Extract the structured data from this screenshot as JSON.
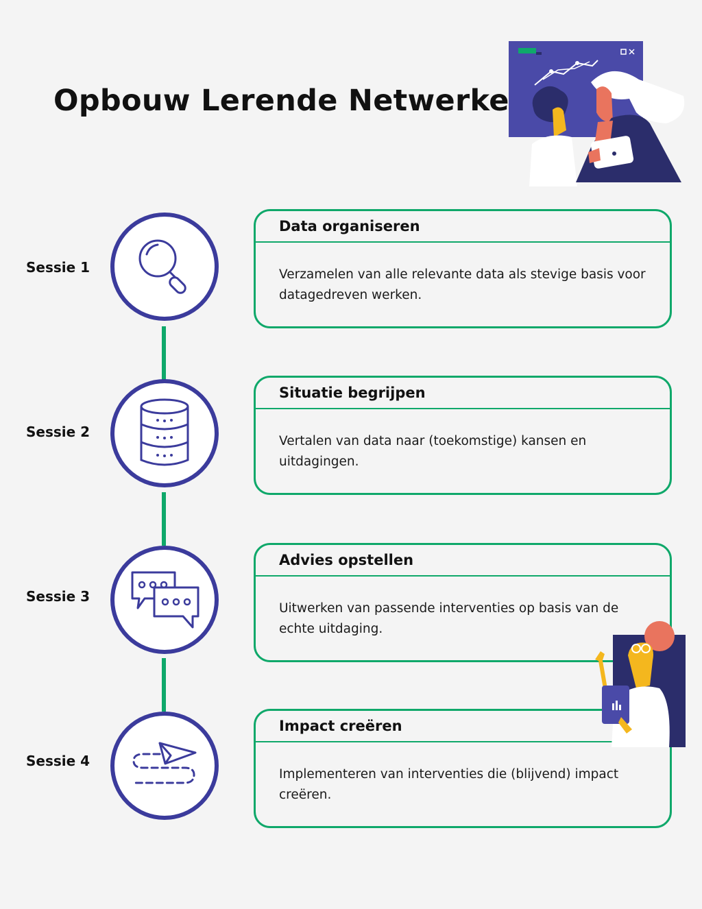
{
  "title": "Opbouw Lerende Netwerken",
  "colors": {
    "accent_green": "#0fa86a",
    "circle_border": "#3b3b9c",
    "illustration_navy": "#2b2d6b",
    "illustration_purple": "#4a4aa8",
    "illustration_yellow": "#f4b71e",
    "illustration_salmon": "#e9745e"
  },
  "sessions": [
    {
      "label": "Sessie 1",
      "icon": "magnifying-glass-icon",
      "title": "Data organiseren",
      "description": "Verzamelen van alle relevante data als stevige basis voor datagedreven werken."
    },
    {
      "label": "Sessie 2",
      "icon": "database-icon",
      "title": "Situatie begrijpen",
      "description": "Vertalen van data naar (toekomstige) kansen en uitdagingen."
    },
    {
      "label": "Sessie 3",
      "icon": "chat-bubbles-icon",
      "title": "Advies opstellen",
      "description": "Uitwerken van passende interventies op basis van de echte uitdaging."
    },
    {
      "label": "Sessie 4",
      "icon": "paper-plane-icon",
      "title": "Impact creëren",
      "description": "Implementeren van interventies die (blijvend) impact creëren."
    }
  ]
}
